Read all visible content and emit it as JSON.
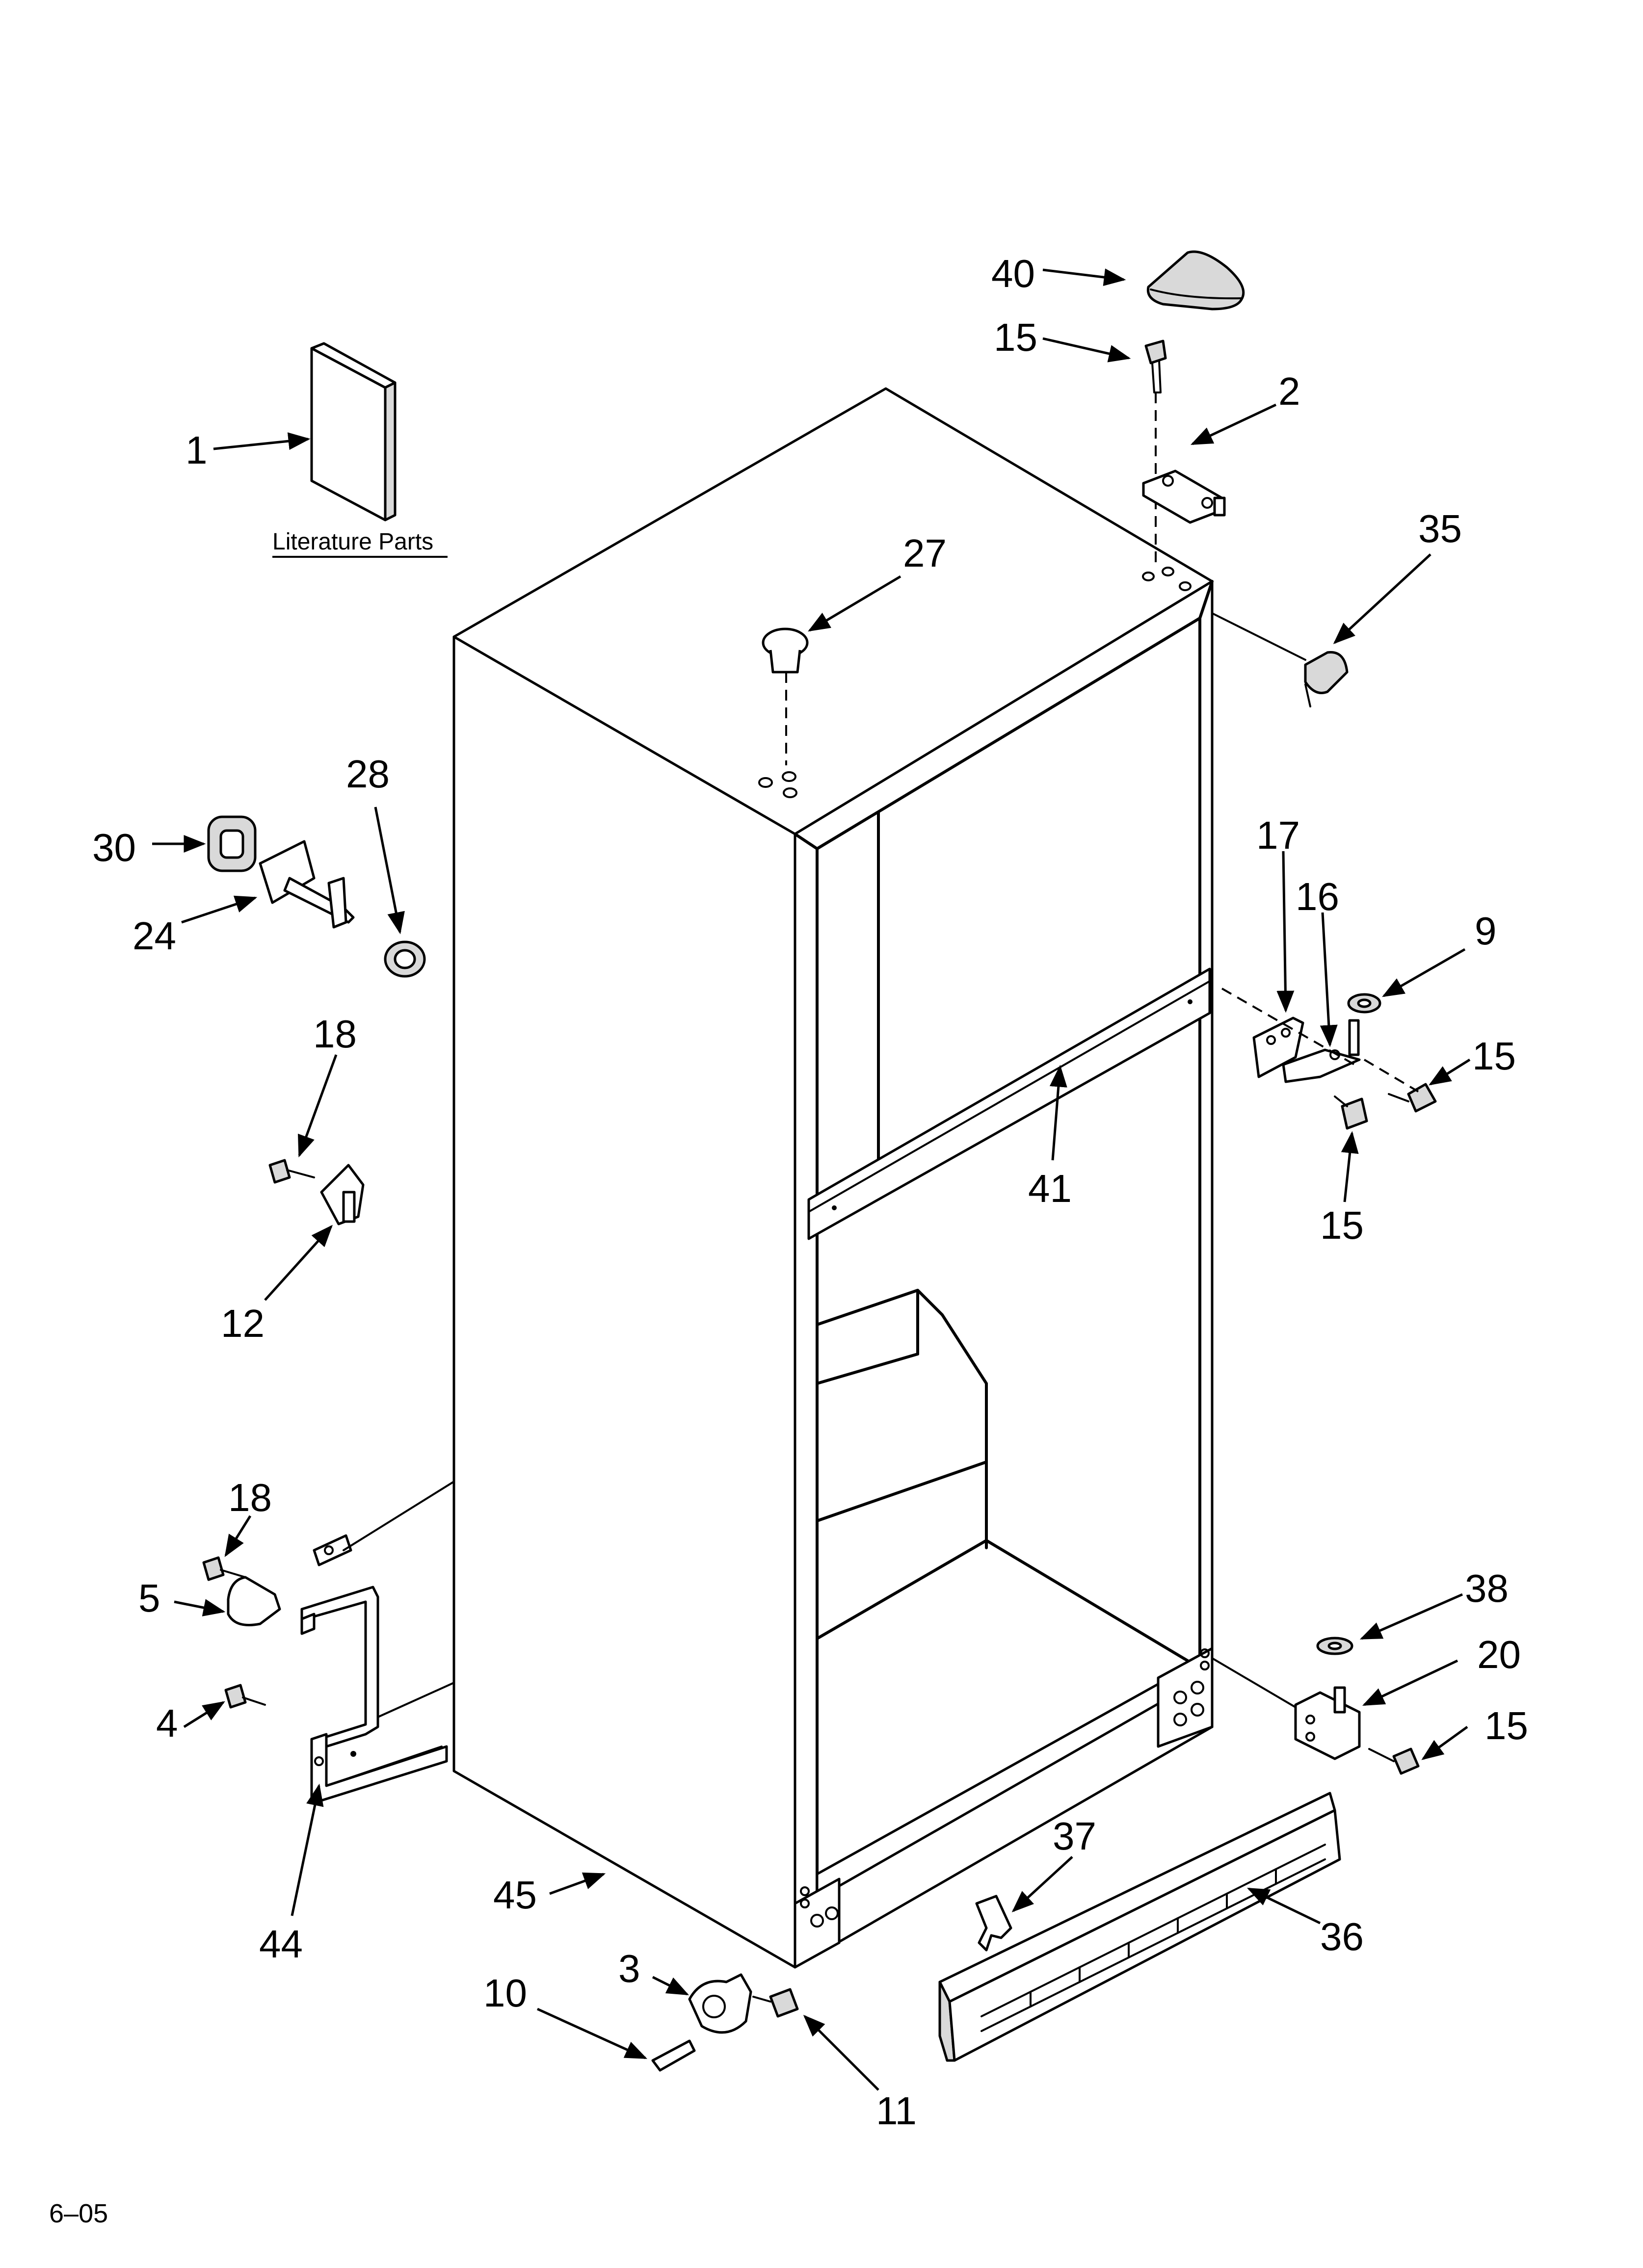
{
  "diagram": {
    "literature_caption": "Literature Parts",
    "page_code": "6–05",
    "callouts": [
      {
        "id": "c1",
        "label": "1"
      },
      {
        "id": "c2",
        "label": "2"
      },
      {
        "id": "c3",
        "label": "3"
      },
      {
        "id": "c4",
        "label": "4"
      },
      {
        "id": "c5",
        "label": "5"
      },
      {
        "id": "c9",
        "label": "9"
      },
      {
        "id": "c10",
        "label": "10"
      },
      {
        "id": "c11",
        "label": "11"
      },
      {
        "id": "c12",
        "label": "12"
      },
      {
        "id": "c15a",
        "label": "15"
      },
      {
        "id": "c15b",
        "label": "15"
      },
      {
        "id": "c15c",
        "label": "15"
      },
      {
        "id": "c15d",
        "label": "15"
      },
      {
        "id": "c16",
        "label": "16"
      },
      {
        "id": "c17",
        "label": "17"
      },
      {
        "id": "c18a",
        "label": "18"
      },
      {
        "id": "c18b",
        "label": "18"
      },
      {
        "id": "c20",
        "label": "20"
      },
      {
        "id": "c24",
        "label": "24"
      },
      {
        "id": "c27",
        "label": "27"
      },
      {
        "id": "c28",
        "label": "28"
      },
      {
        "id": "c30",
        "label": "30"
      },
      {
        "id": "c35",
        "label": "35"
      },
      {
        "id": "c36",
        "label": "36"
      },
      {
        "id": "c37",
        "label": "37"
      },
      {
        "id": "c38",
        "label": "38"
      },
      {
        "id": "c40",
        "label": "40"
      },
      {
        "id": "c41",
        "label": "41"
      },
      {
        "id": "c44",
        "label": "44"
      },
      {
        "id": "c45",
        "label": "45"
      }
    ]
  }
}
